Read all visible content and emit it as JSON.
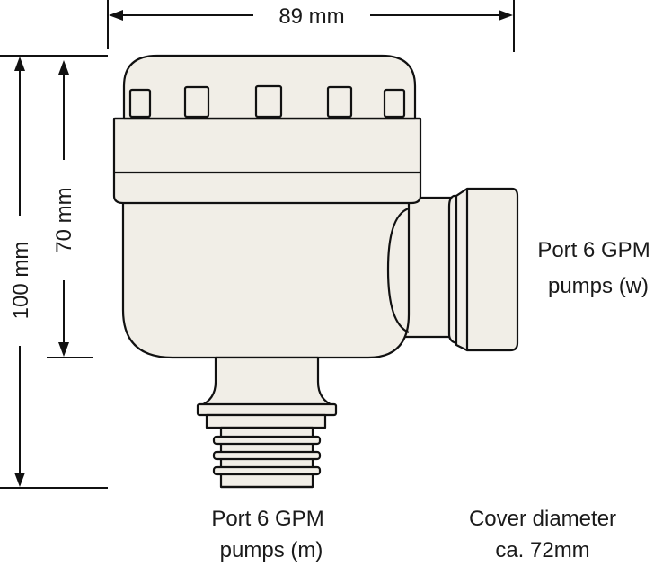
{
  "dimensions": {
    "width": "89 mm",
    "height_total": "100 mm",
    "height_body": "70 mm"
  },
  "labels": {
    "port_side_line1": "Port 6 GPM",
    "port_side_line2": "pumps (w)",
    "port_bottom_line1": "Port 6 GPM",
    "port_bottom_line2": "pumps (m)",
    "cover_line1": "Cover diameter",
    "cover_line2": "ca. 72mm"
  },
  "colors": {
    "body": "#f1eee7",
    "line": "#111111"
  }
}
